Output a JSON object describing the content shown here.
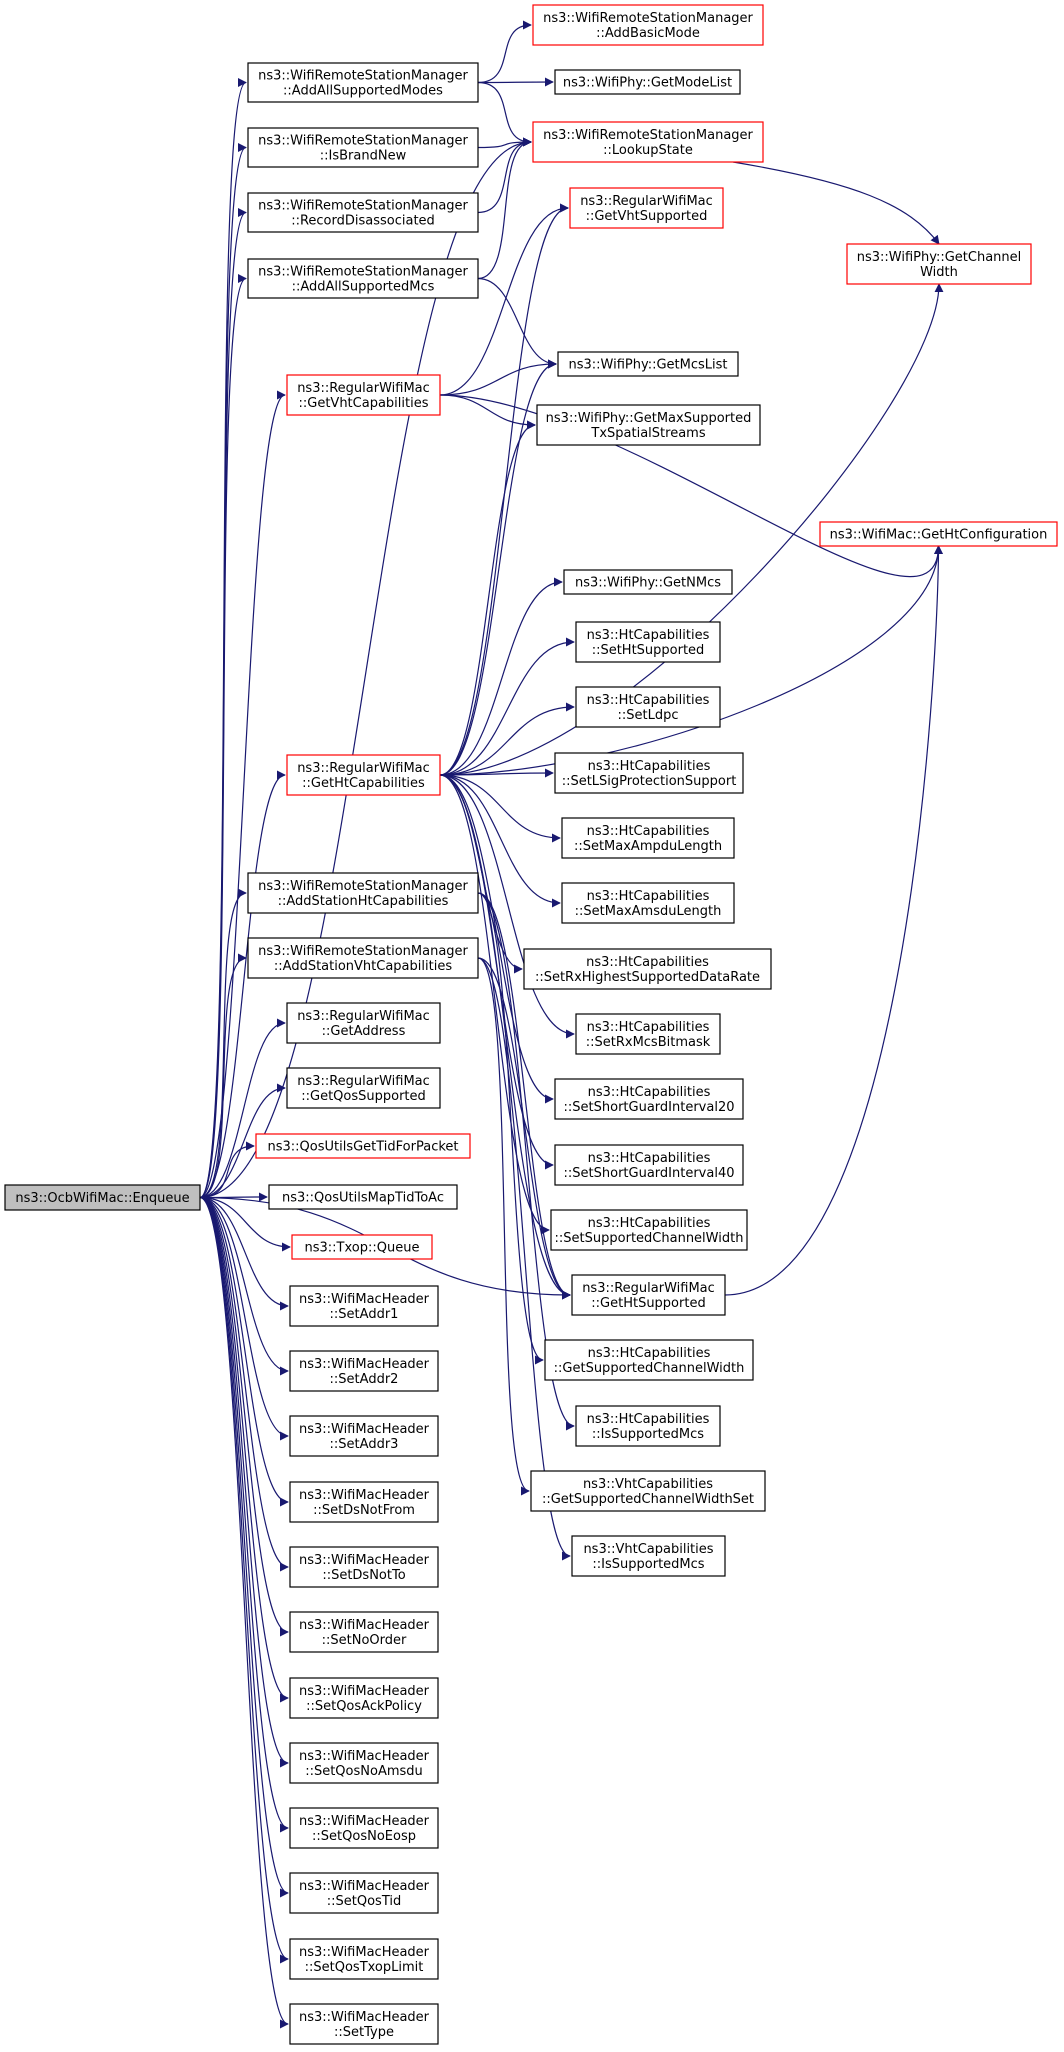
{
  "colors": {
    "edge": "#191970",
    "node_border": "#000000",
    "node_border_undocumented": "#ff0000",
    "root_fill": "#bfbfbf",
    "node_fill": "#ffffff"
  },
  "nodes": [
    {
      "id": "enqueue",
      "lines": [
        "ns3::OcbWifiMac::Enqueue"
      ],
      "root": true,
      "red": false
    },
    {
      "id": "addAllSupportedModes",
      "lines": [
        "ns3::WifiRemoteStationManager",
        "::AddAllSupportedModes"
      ],
      "red": false
    },
    {
      "id": "isBrandNew",
      "lines": [
        "ns3::WifiRemoteStationManager",
        "::IsBrandNew"
      ],
      "red": false
    },
    {
      "id": "recordDisassociated",
      "lines": [
        "ns3::WifiRemoteStationManager",
        "::RecordDisassociated"
      ],
      "red": false
    },
    {
      "id": "addAllSupportedMcs",
      "lines": [
        "ns3::WifiRemoteStationManager",
        "::AddAllSupportedMcs"
      ],
      "red": false
    },
    {
      "id": "getVhtCapabilities",
      "lines": [
        "ns3::RegularWifiMac",
        "::GetVhtCapabilities"
      ],
      "red": true
    },
    {
      "id": "getHtCapabilities",
      "lines": [
        "ns3::RegularWifiMac",
        "::GetHtCapabilities"
      ],
      "red": true
    },
    {
      "id": "addStationHtCapabilities",
      "lines": [
        "ns3::WifiRemoteStationManager",
        "::AddStationHtCapabilities"
      ],
      "red": false
    },
    {
      "id": "addStationVhtCapabilities",
      "lines": [
        "ns3::WifiRemoteStationManager",
        "::AddStationVhtCapabilities"
      ],
      "red": false
    },
    {
      "id": "getAddress",
      "lines": [
        "ns3::RegularWifiMac",
        "::GetAddress"
      ],
      "red": false
    },
    {
      "id": "getQosSupported",
      "lines": [
        "ns3::RegularWifiMac",
        "::GetQosSupported"
      ],
      "red": false
    },
    {
      "id": "qosUtilsGetTidForPacket",
      "lines": [
        "ns3::QosUtilsGetTidForPacket"
      ],
      "red": true
    },
    {
      "id": "qosUtilsMapTidToAc",
      "lines": [
        "ns3::QosUtilsMapTidToAc"
      ],
      "red": false
    },
    {
      "id": "txopQueue",
      "lines": [
        "ns3::Txop::Queue"
      ],
      "red": true
    },
    {
      "id": "setAddr1",
      "lines": [
        "ns3::WifiMacHeader",
        "::SetAddr1"
      ],
      "red": false
    },
    {
      "id": "setAddr2",
      "lines": [
        "ns3::WifiMacHeader",
        "::SetAddr2"
      ],
      "red": false
    },
    {
      "id": "setAddr3",
      "lines": [
        "ns3::WifiMacHeader",
        "::SetAddr3"
      ],
      "red": false
    },
    {
      "id": "setDsNotFrom",
      "lines": [
        "ns3::WifiMacHeader",
        "::SetDsNotFrom"
      ],
      "red": false
    },
    {
      "id": "setDsNotTo",
      "lines": [
        "ns3::WifiMacHeader",
        "::SetDsNotTo"
      ],
      "red": false
    },
    {
      "id": "setNoOrder",
      "lines": [
        "ns3::WifiMacHeader",
        "::SetNoOrder"
      ],
      "red": false
    },
    {
      "id": "setQosAckPolicy",
      "lines": [
        "ns3::WifiMacHeader",
        "::SetQosAckPolicy"
      ],
      "red": false
    },
    {
      "id": "setQosNoAmsdu",
      "lines": [
        "ns3::WifiMacHeader",
        "::SetQosNoAmsdu"
      ],
      "red": false
    },
    {
      "id": "setQosNoEosp",
      "lines": [
        "ns3::WifiMacHeader",
        "::SetQosNoEosp"
      ],
      "red": false
    },
    {
      "id": "setQosTid",
      "lines": [
        "ns3::WifiMacHeader",
        "::SetQosTid"
      ],
      "red": false
    },
    {
      "id": "setQosTxopLimit",
      "lines": [
        "ns3::WifiMacHeader",
        "::SetQosTxopLimit"
      ],
      "red": false
    },
    {
      "id": "setType",
      "lines": [
        "ns3::WifiMacHeader",
        "::SetType"
      ],
      "red": false
    },
    {
      "id": "addBasicMode",
      "lines": [
        "ns3::WifiRemoteStationManager",
        "::AddBasicMode"
      ],
      "red": true
    },
    {
      "id": "getModeList",
      "lines": [
        "ns3::WifiPhy::GetModeList"
      ],
      "red": false
    },
    {
      "id": "lookupState",
      "lines": [
        "ns3::WifiRemoteStationManager",
        "::LookupState"
      ],
      "red": true
    },
    {
      "id": "getVhtSupported",
      "lines": [
        "ns3::RegularWifiMac",
        "::GetVhtSupported"
      ],
      "red": true
    },
    {
      "id": "getMcsList",
      "lines": [
        "ns3::WifiPhy::GetMcsList"
      ],
      "red": false
    },
    {
      "id": "getMaxSupportedTx",
      "lines": [
        "ns3::WifiPhy::GetMaxSupported",
        "TxSpatialStreams"
      ],
      "red": false
    },
    {
      "id": "getNMcs",
      "lines": [
        "ns3::WifiPhy::GetNMcs"
      ],
      "red": false
    },
    {
      "id": "setHtSupported",
      "lines": [
        "ns3::HtCapabilities",
        "::SetHtSupported"
      ],
      "red": false
    },
    {
      "id": "setLdpc",
      "lines": [
        "ns3::HtCapabilities",
        "::SetLdpc"
      ],
      "red": false
    },
    {
      "id": "setLSigProtectionSupport",
      "lines": [
        "ns3::HtCapabilities",
        "::SetLSigProtectionSupport"
      ],
      "red": false
    },
    {
      "id": "setMaxAmpduLength",
      "lines": [
        "ns3::HtCapabilities",
        "::SetMaxAmpduLength"
      ],
      "red": false
    },
    {
      "id": "setMaxAmsduLength",
      "lines": [
        "ns3::HtCapabilities",
        "::SetMaxAmsduLength"
      ],
      "red": false
    },
    {
      "id": "setRxHighestSupportedDataRate",
      "lines": [
        "ns3::HtCapabilities",
        "::SetRxHighestSupportedDataRate"
      ],
      "red": false
    },
    {
      "id": "setRxMcsBitmask",
      "lines": [
        "ns3::HtCapabilities",
        "::SetRxMcsBitmask"
      ],
      "red": false
    },
    {
      "id": "setShortGuardInterval20",
      "lines": [
        "ns3::HtCapabilities",
        "::SetShortGuardInterval20"
      ],
      "red": false
    },
    {
      "id": "setShortGuardInterval40",
      "lines": [
        "ns3::HtCapabilities",
        "::SetShortGuardInterval40"
      ],
      "red": false
    },
    {
      "id": "setSupportedChannelWidth",
      "lines": [
        "ns3::HtCapabilities",
        "::SetSupportedChannelWidth"
      ],
      "red": false
    },
    {
      "id": "getHtSupported",
      "lines": [
        "ns3::RegularWifiMac",
        "::GetHtSupported"
      ],
      "red": false
    },
    {
      "id": "htGetSupportedChannelWidth",
      "lines": [
        "ns3::HtCapabilities",
        "::GetSupportedChannelWidth"
      ],
      "red": false
    },
    {
      "id": "htIsSupportedMcs",
      "lines": [
        "ns3::HtCapabilities",
        "::IsSupportedMcs"
      ],
      "red": false
    },
    {
      "id": "vhtGetSupportedChannelWidthSet",
      "lines": [
        "ns3::VhtCapabilities",
        "::GetSupportedChannelWidthSet"
      ],
      "red": false
    },
    {
      "id": "vhtIsSupportedMcs",
      "lines": [
        "ns3::VhtCapabilities",
        "::IsSupportedMcs"
      ],
      "red": false
    },
    {
      "id": "getChannelWidth",
      "lines": [
        "ns3::WifiPhy::GetChannel",
        "Width"
      ],
      "red": true
    },
    {
      "id": "getHtConfiguration",
      "lines": [
        "ns3::WifiMac::GetHtConfiguration"
      ],
      "red": true
    }
  ],
  "edges": [
    [
      "enqueue",
      "addAllSupportedModes"
    ],
    [
      "enqueue",
      "isBrandNew"
    ],
    [
      "enqueue",
      "recordDisassociated"
    ],
    [
      "enqueue",
      "addAllSupportedMcs"
    ],
    [
      "enqueue",
      "getVhtCapabilities"
    ],
    [
      "enqueue",
      "getHtCapabilities"
    ],
    [
      "enqueue",
      "addStationHtCapabilities"
    ],
    [
      "enqueue",
      "addStationVhtCapabilities"
    ],
    [
      "enqueue",
      "getAddress"
    ],
    [
      "enqueue",
      "getQosSupported"
    ],
    [
      "enqueue",
      "qosUtilsGetTidForPacket"
    ],
    [
      "enqueue",
      "qosUtilsMapTidToAc"
    ],
    [
      "enqueue",
      "txopQueue"
    ],
    [
      "enqueue",
      "setAddr1"
    ],
    [
      "enqueue",
      "setAddr2"
    ],
    [
      "enqueue",
      "setAddr3"
    ],
    [
      "enqueue",
      "setDsNotFrom"
    ],
    [
      "enqueue",
      "setDsNotTo"
    ],
    [
      "enqueue",
      "setNoOrder"
    ],
    [
      "enqueue",
      "setQosAckPolicy"
    ],
    [
      "enqueue",
      "setQosNoAmsdu"
    ],
    [
      "enqueue",
      "setQosNoEosp"
    ],
    [
      "enqueue",
      "setQosTid"
    ],
    [
      "enqueue",
      "setQosTxopLimit"
    ],
    [
      "enqueue",
      "setType"
    ],
    [
      "enqueue",
      "lookupState"
    ],
    [
      "enqueue",
      "getHtSupported"
    ],
    [
      "addAllSupportedModes",
      "addBasicMode"
    ],
    [
      "addAllSupportedModes",
      "getModeList"
    ],
    [
      "addAllSupportedModes",
      "lookupState"
    ],
    [
      "isBrandNew",
      "lookupState"
    ],
    [
      "recordDisassociated",
      "lookupState"
    ],
    [
      "addAllSupportedMcs",
      "lookupState"
    ],
    [
      "addAllSupportedMcs",
      "getMcsList"
    ],
    [
      "lookupState",
      "getChannelWidth"
    ],
    [
      "getVhtCapabilities",
      "getVhtSupported"
    ],
    [
      "getVhtCapabilities",
      "getMcsList"
    ],
    [
      "getVhtCapabilities",
      "getMaxSupportedTx"
    ],
    [
      "getVhtCapabilities",
      "getHtConfiguration"
    ],
    [
      "getHtCapabilities",
      "getVhtSupported"
    ],
    [
      "getHtCapabilities",
      "getChannelWidth"
    ],
    [
      "getHtCapabilities",
      "getMcsList"
    ],
    [
      "getHtCapabilities",
      "getMaxSupportedTx"
    ],
    [
      "getHtCapabilities",
      "getHtConfiguration"
    ],
    [
      "getHtCapabilities",
      "getNMcs"
    ],
    [
      "getHtCapabilities",
      "setHtSupported"
    ],
    [
      "getHtCapabilities",
      "setLdpc"
    ],
    [
      "getHtCapabilities",
      "setLSigProtectionSupport"
    ],
    [
      "getHtCapabilities",
      "setMaxAmpduLength"
    ],
    [
      "getHtCapabilities",
      "setMaxAmsduLength"
    ],
    [
      "getHtCapabilities",
      "setRxHighestSupportedDataRate"
    ],
    [
      "getHtCapabilities",
      "setRxMcsBitmask"
    ],
    [
      "getHtCapabilities",
      "setShortGuardInterval20"
    ],
    [
      "getHtCapabilities",
      "setShortGuardInterval40"
    ],
    [
      "getHtCapabilities",
      "setSupportedChannelWidth"
    ],
    [
      "getHtCapabilities",
      "getHtSupported"
    ],
    [
      "addStationHtCapabilities",
      "htGetSupportedChannelWidth"
    ],
    [
      "addStationHtCapabilities",
      "htIsSupportedMcs"
    ],
    [
      "addStationHtCapabilities",
      "getHtSupported"
    ],
    [
      "addStationVhtCapabilities",
      "vhtGetSupportedChannelWidthSet"
    ],
    [
      "addStationVhtCapabilities",
      "vhtIsSupportedMcs"
    ],
    [
      "addStationVhtCapabilities",
      "getHtSupported"
    ],
    [
      "getHtSupported",
      "getHtConfiguration"
    ]
  ]
}
